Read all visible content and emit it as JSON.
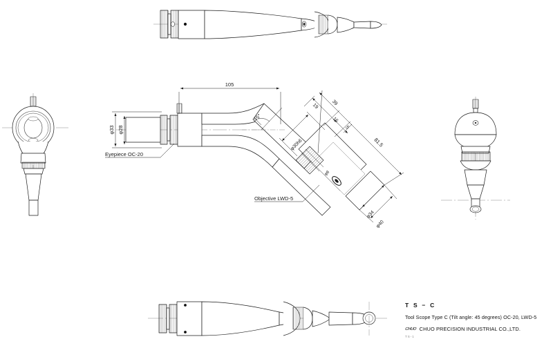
{
  "drawing": {
    "sheet_title": "TS-C",
    "views": [
      {
        "name": "top-view",
        "label": "top view"
      },
      {
        "name": "left-end-view",
        "label": "left end view"
      },
      {
        "name": "main-section-view",
        "label": "main side view"
      },
      {
        "name": "right-end-view",
        "label": "right end view"
      },
      {
        "name": "bottom-view",
        "label": "bottom view"
      }
    ],
    "dimensions": {
      "overall_eyepiece_length": "105",
      "body_outer_diameter": "φ33",
      "eyepiece_diameter": "φ28",
      "tilt_angle": "45°",
      "objective_barrel_length": "81.5",
      "seg_19": "19",
      "seg_39": "39",
      "seg_15": "15",
      "seg_5": "5",
      "mount_diameter": "φ30h6",
      "objective_small_dia": "φ34",
      "objective_large_dia": "φ40",
      "aperture_mark": "φ8"
    },
    "annotations": {
      "eyepiece": "Eyepiece OC-20",
      "objective": "Objective LWD-5"
    }
  },
  "title_block": {
    "code": "T S − C",
    "description": "Tool Scope Type C (Tilt angle: 45 degrees) OC-20, LWD-5",
    "company": "CHUO PRECISION INDUSTRIAL CO.,LTD.",
    "logo_text": "CHUO",
    "footnote": "TS-1"
  },
  "style": {
    "line_color": "#1a1a1a",
    "thin_line_color": "#555555",
    "center_line_color": "#777777",
    "background": "#ffffff"
  }
}
